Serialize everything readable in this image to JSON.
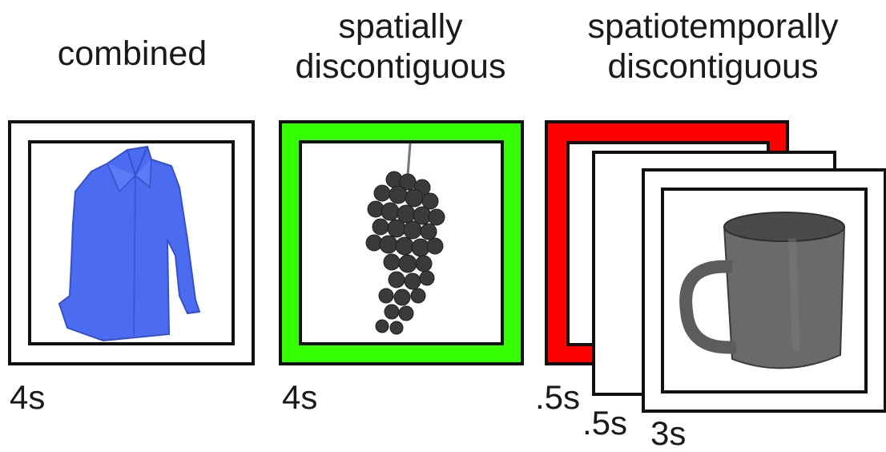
{
  "panels": [
    {
      "heading": [
        "combined"
      ],
      "duration": "4s",
      "border_color": "#ffffff",
      "object": "shirt-image"
    },
    {
      "heading": [
        "spatially",
        "discontiguous"
      ],
      "duration": "4s",
      "border_color": "#33ff00",
      "object": "grapes-image"
    },
    {
      "heading": [
        "spatiotemporally",
        "discontiguous"
      ],
      "durations": [
        ".5s",
        ".5s",
        "3s"
      ],
      "border_color": "#ff0000",
      "object": "mug-image"
    }
  ],
  "colors": {
    "shirt": "#4b6cf0",
    "grapes": "#3a3a3a",
    "mug": "#6a6a6a",
    "green": "#33ff00",
    "red": "#ff0000"
  }
}
